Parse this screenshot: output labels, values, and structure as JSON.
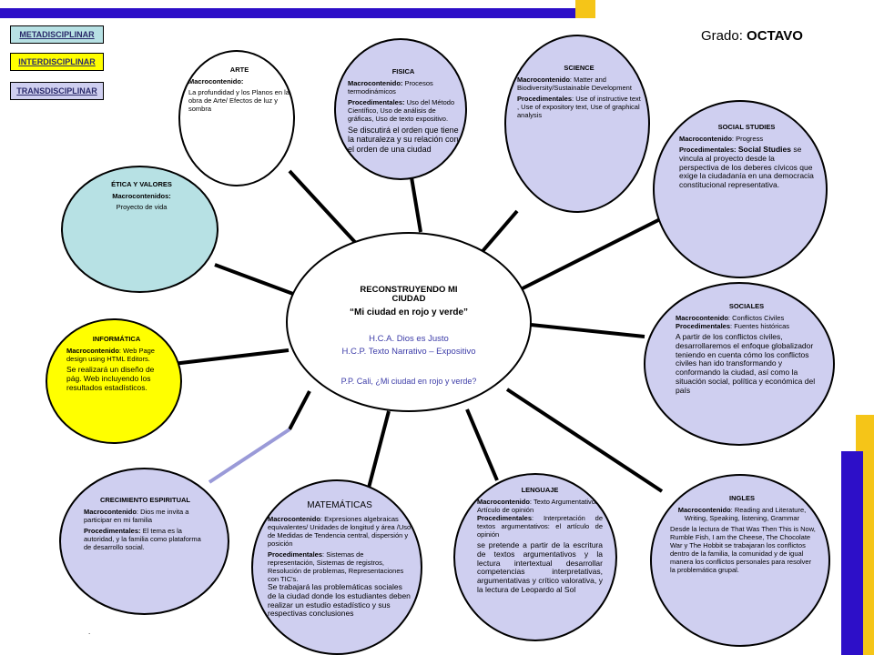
{
  "colors": {
    "blue_bar": "#2d0fc8",
    "gold": "#f5c518",
    "lavender": "#cfcff0",
    "cyan": "#b7e1e4",
    "yellow": "#ffff00",
    "center_text_blue": "#3c3ca8"
  },
  "legend": {
    "meta": "METADISCIPLINAR",
    "inter": "INTERDISCIPLINAR",
    "trans": "TRANSDISCIPLINAR"
  },
  "grade": {
    "label": "Grado:",
    "value": "OCTAVO"
  },
  "center": {
    "title1": "RECONSTRUYENDO MI",
    "title2": "CIUDAD",
    "subtitle": "“Mi ciudad en rojo y verde”",
    "hca": "H.C.A. Dios es Justo",
    "hcp": "H.C.P. Texto Narrativo – Expositivo",
    "pp": "P.P. Cali, ¿Mi ciudad en rojo y verde?"
  },
  "nodes": {
    "arte": {
      "title": "ARTE",
      "macro_label": "Macrocontenido:",
      "macro": "La profundidad y los Planos en la obra de Arte/ Efectos de luz y sombra"
    },
    "fisica": {
      "title": "FISICA",
      "macro_label": "Macrocontenido:",
      "macro": " Procesos termodinámicos",
      "proc_label": "Procedimentales:",
      "proc": " Uso del Método Científico, Uso de análisis de gráficas, Uso de texto expositivo.",
      "extra": "Se discutirá el orden que tiene la naturaleza y su relación con el orden de una ciudad",
      "dot": "."
    },
    "science": {
      "title": "SCIENCE",
      "macro_label": "Macrocontenido",
      "macro": ": Matter and Biodiversity/Sustainable Development",
      "proc_label": "Procedimentales",
      "proc": ": Use of instructive text ,  Use of expository text,  Use of graphical analysis"
    },
    "social_studies": {
      "title": "SOCIAL STUDIES",
      "macro_label": "Macrocontenido",
      "macro": ": Progress",
      "proc_label": "Procedimentales:",
      "proc_emph": " Social Studies",
      "proc": " se vincula al proyecto desde la perspectiva de los deberes cívicos que exige la ciudadanía en una democracia constitucional representativa."
    },
    "etica": {
      "title": "ÉTICA Y VALORES",
      "macro_label": "Macrocontenidos:",
      "macro": "Proyecto de vida"
    },
    "sociales": {
      "title": "SOCIALES",
      "macro_label": "Macrocontenido",
      "macro": ": Conflictos Civiles",
      "proc_label": "Procedimentales",
      "proc": ": Fuentes históricas",
      "extra": "A partir de los conflictos civiles, desarrollaremos el enfoque globalizador teniendo en cuenta cómo los conflictos civiles han ido transformando y conformando la ciudad, así como la situación social, política y económica del país"
    },
    "informatica": {
      "title": "INFORMÁTICA",
      "macro_label": "Macrocontenido",
      "macro": ": Web Page design using HTML Editors.",
      "extra": "Se realizará un diseño de pág. Web incluyendo los resultados estadísticos."
    },
    "crecimiento": {
      "title": "CRECIMIENTO ESPIRITUAL",
      "macro_label": "Macrocontenido",
      "macro": ": Dios me invita a participar en mi familia",
      "proc_label": "Procedimentales:",
      "proc": "  El tema es la autoridad, y la familia como plataforma de desarrollo social."
    },
    "matematicas": {
      "title": "MATEMÁTICAS",
      "macro_label": "Macrocontenido",
      "macro": ": Expresiones algebraicas equivalentes/ Unidades de longitud y área /Uso de Medidas de Tendencia central, dispersión y posición",
      "proc_label": "Procedimentales",
      "proc": ": Sistemas de representación,  Sistemas de registros, Resolución de problemas, Representaciones con TIC's.",
      "extra": "Se trabajará las problemáticas sociales de la ciudad donde los estudiantes deben realizar un estudio estadístico y sus respectivas conclusiones"
    },
    "lenguaje": {
      "title": "LENGUAJE",
      "macro_label": "Macrocontenido",
      "macro": ": Texto Argumentativo/ Artículo de opinión",
      "proc_label": "Procedimentales",
      "proc": ":  Interpretación de textos argumentativos: el artículo de opinión",
      "extra": "se pretende a partir de la escritura de textos argumentativos y la lectura intertextual desarrollar competencias interpretativas, argumentativas y crítico valorativa, y la lectura de Leopardo al Sol"
    },
    "ingles": {
      "title": "INGLES",
      "macro_label": "Macrocontenido",
      "macro": ": Reading and Literature, Writing, Speaking, listening, Grammar",
      "proc": "Desde la lectura de That Was Then This is Now,  Rumble Fish, I am the Cheese, The Chocolate War y The Hobbit se trabajaran los conflictos dentro de la familia, la comunidad y de igual manera los conflictos personales para resolver la problemática grupal."
    }
  },
  "footer_dot": "."
}
